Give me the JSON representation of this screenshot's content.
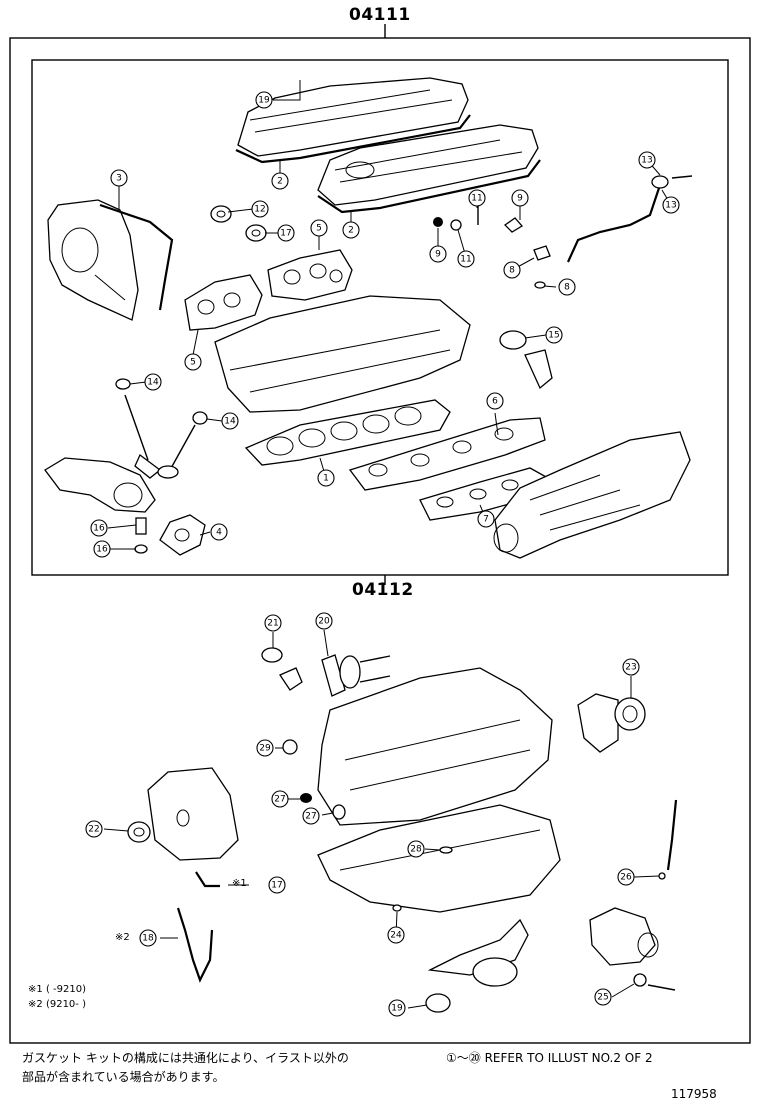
{
  "headers": {
    "kit_upper": "04111",
    "kit_lower": "04112"
  },
  "notes": {
    "note1_mark": "※1",
    "note1_range": "(        -9210)",
    "note2_mark": "※2",
    "note2_range": "(9210-        )"
  },
  "markers": {
    "m1": "※1",
    "m2": "※2"
  },
  "footer": {
    "jp_line1": "ガスケット キットの構成には共通化により、イラスト以外の",
    "jp_line2": "部品が含まれている場合があります。",
    "refer_range": "①～⑳",
    "refer_text": "REFER TO ILLUST NO.2 OF 2",
    "figure_number": "117958"
  },
  "callouts": [
    {
      "n": "19"
    },
    {
      "n": "2"
    },
    {
      "n": "2"
    },
    {
      "n": "3"
    },
    {
      "n": "12"
    },
    {
      "n": "17"
    },
    {
      "n": "5"
    },
    {
      "n": "11"
    },
    {
      "n": "9"
    },
    {
      "n": "9"
    },
    {
      "n": "11"
    },
    {
      "n": "13"
    },
    {
      "n": "13"
    },
    {
      "n": "8"
    },
    {
      "n": "8"
    },
    {
      "n": "15"
    },
    {
      "n": "5"
    },
    {
      "n": "14"
    },
    {
      "n": "14"
    },
    {
      "n": "6"
    },
    {
      "n": "1"
    },
    {
      "n": "7"
    },
    {
      "n": "16"
    },
    {
      "n": "16"
    },
    {
      "n": "4"
    },
    {
      "n": "21"
    },
    {
      "n": "20"
    },
    {
      "n": "23"
    },
    {
      "n": "29"
    },
    {
      "n": "27"
    },
    {
      "n": "27"
    },
    {
      "n": "22"
    },
    {
      "n": "28"
    },
    {
      "n": "26"
    },
    {
      "n": "17"
    },
    {
      "n": "18"
    },
    {
      "n": "24"
    },
    {
      "n": "25"
    },
    {
      "n": "19"
    }
  ]
}
